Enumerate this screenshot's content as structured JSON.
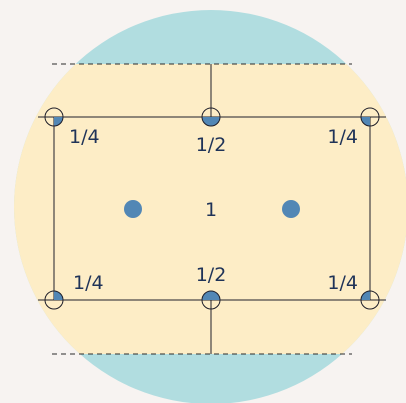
{
  "diagram": {
    "colors": {
      "page_background": "#f7f3f1",
      "outer_region": "#b1dde0",
      "inner_band": "#fdedc6",
      "marker_fill": "#5287b5",
      "line": "#1f1f2a",
      "dashed_line": "#2b2b2b",
      "label_text": "#1f3358"
    },
    "labels": {
      "corner_top_left": "1/4",
      "edge_top_middle": "1/2",
      "corner_top_right": "1/4",
      "center": "1",
      "corner_bottom_left": "1/4",
      "edge_bottom_middle": "1/2",
      "corner_bottom_right": "1/4"
    }
  }
}
